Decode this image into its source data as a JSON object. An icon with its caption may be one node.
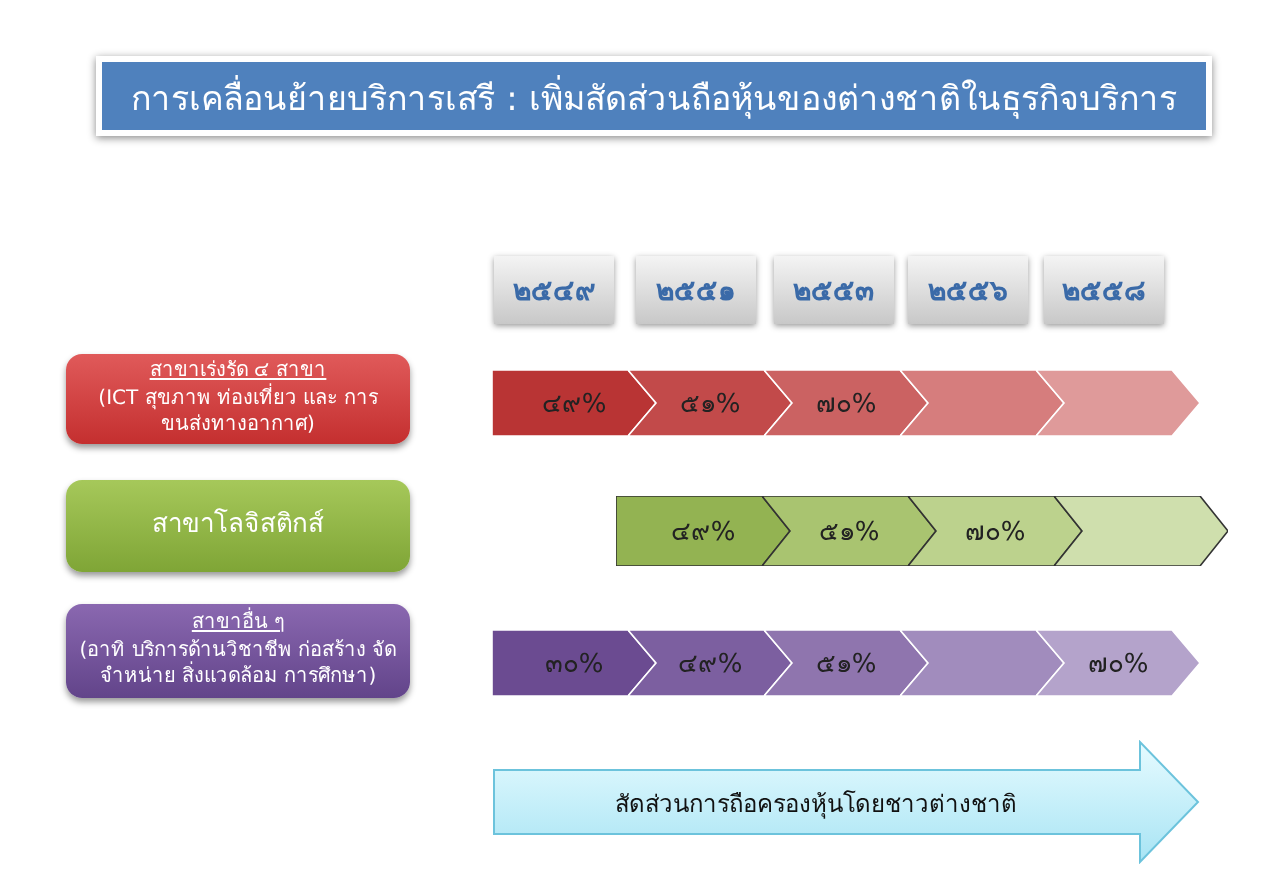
{
  "diagram": {
    "title": "การเคลื่อนย้ายบริการเสรี : เพิ่มสัดส่วนถือหุ้นของต่างชาติในธุรกิจบริการ",
    "nodes": [
      {
        "text": [
          "๒๕๔๙"
        ]
      },
      {
        "text": [
          "๒๕๕๑"
        ]
      },
      {
        "text": [
          "๒๕๕๓"
        ]
      },
      {
        "text": [
          "๒๕๕๖"
        ]
      },
      {
        "text": [
          "๒๕๕๘"
        ]
      },
      {
        "text": [
          "สาขาเร่งรัด ๔ สาขา",
          "(ICT สุขภาพ ท่องเที่ยว และ การขนส่งทางอากาศ)"
        ]
      },
      {
        "text": [
          "๔๙%"
        ]
      },
      {
        "text": [
          "๕๑%"
        ]
      },
      {
        "text": [
          "๗๐%"
        ]
      },
      {
        "text": [],
        "shape": "chevron"
      },
      {
        "text": [],
        "shape": "chevron"
      },
      {
        "text": [
          "สาขาโลจิสติกส์"
        ]
      },
      {
        "text": [
          "๔๙%"
        ]
      },
      {
        "text": [
          "๕๑%"
        ]
      },
      {
        "text": [
          "๗๐%"
        ]
      },
      {
        "text": [],
        "shape": "chevron"
      },
      {
        "text": [
          "สาขาอื่น ๆ",
          "(อาทิ บริการด้านวิชาชีพ ก่อสร้าง จัดจำหน่าย สิ่งแวดล้อม การศึกษา)"
        ]
      },
      {
        "text": [
          "๓๐%"
        ]
      },
      {
        "text": [
          "๔๙%"
        ]
      },
      {
        "text": [
          "๕๑%"
        ]
      },
      {
        "text": [],
        "shape": "chevron"
      },
      {
        "text": [
          "๗๐%"
        ]
      },
      {
        "text": [
          "สัดส่วนการถือครองหุ้นโดยชาวต่างชาติ"
        ]
      }
    ],
    "edges": []
  }
}
